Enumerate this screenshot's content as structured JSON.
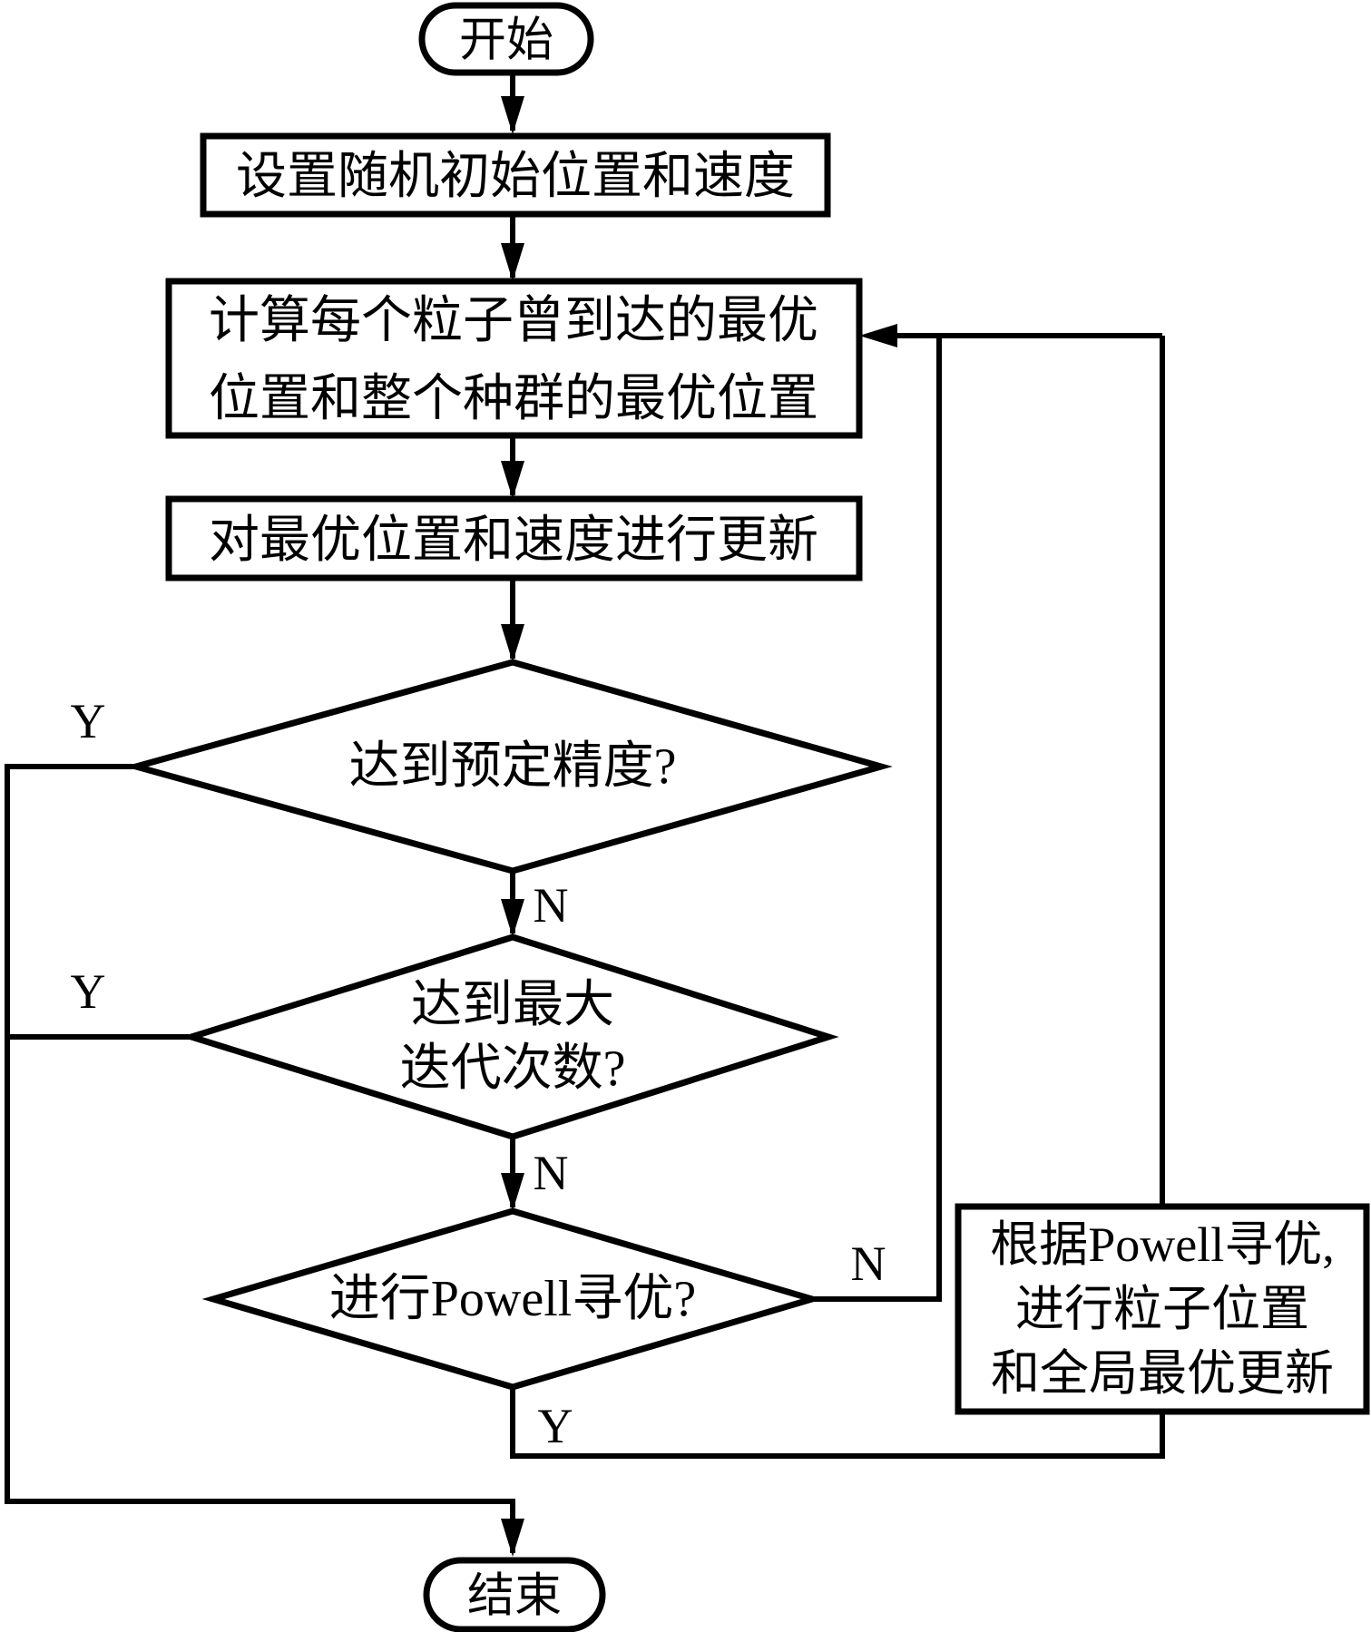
{
  "colors": {
    "stroke": "#000000",
    "background": "#ffffff"
  },
  "nodes": {
    "start": {
      "label": "开始"
    },
    "init": {
      "label": "设置随机初始位置和速度"
    },
    "calc": {
      "lines": [
        "计算每个粒子曾到达的最优",
        "位置和整个种群的最优位置"
      ]
    },
    "update": {
      "label": "对最优位置和速度进行更新"
    },
    "precision_check": {
      "label": "达到预定精度?"
    },
    "iteration_check": {
      "lines": [
        "达到最大",
        "迭代次数?"
      ]
    },
    "powell_check": {
      "label": "进行Powell寻优?"
    },
    "powell_update": {
      "lines": [
        "根据Powell寻优,",
        "进行粒子位置",
        "和全局最优更新"
      ]
    },
    "end": {
      "label": "结束"
    }
  },
  "branch_labels": {
    "precision_yes": "Y",
    "precision_no": "N",
    "iteration_yes": "Y",
    "iteration_no": "N",
    "powell_no": "N",
    "powell_yes": "Y"
  }
}
